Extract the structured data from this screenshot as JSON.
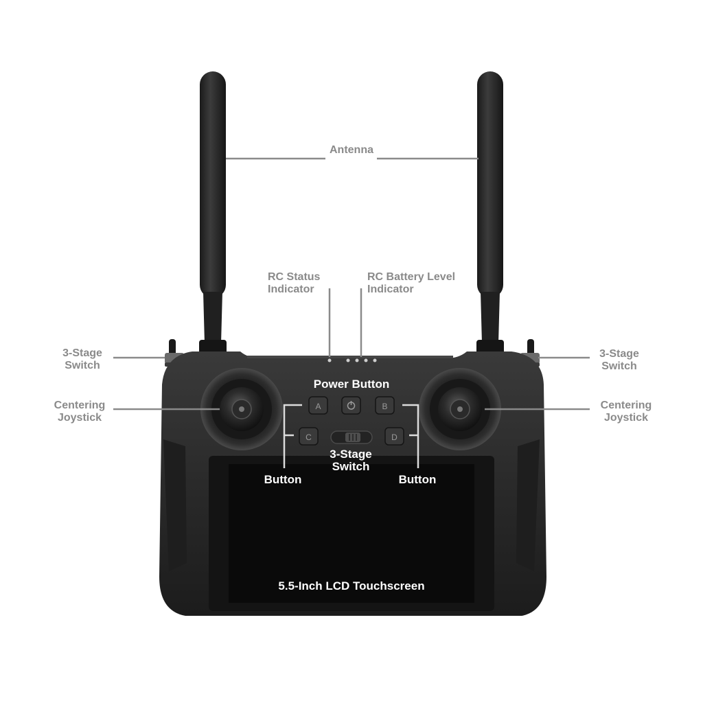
{
  "labels": {
    "antenna": "Antenna",
    "rc_status": [
      "RC Status",
      "Indicator"
    ],
    "rc_battery": [
      "RC Battery Level",
      "Indicator"
    ],
    "three_stage_left": [
      "3-Stage",
      "Switch"
    ],
    "three_stage_right": [
      "3-Stage",
      "Switch"
    ],
    "joystick_left": [
      "Centering",
      "Joystick"
    ],
    "joystick_right": [
      "Centering",
      "Joystick"
    ],
    "power_button": "Power Button",
    "button_left": "Button",
    "button_right": "Button",
    "three_stage_center": [
      "3-Stage",
      "Switch"
    ],
    "screen": "5.5-Inch LCD Touchscreen"
  },
  "keys": {
    "a": "A",
    "b": "B",
    "c": "C",
    "d": "D",
    "power_symbol": "⏻"
  },
  "colors": {
    "label_gray": "#8a8a8a",
    "label_dark": "#1a1a1a",
    "body": "#2b2b2b",
    "screen": "#0e0e0e",
    "leader": "#8a8a8a",
    "leader_dark": "#1a1a1a"
  }
}
